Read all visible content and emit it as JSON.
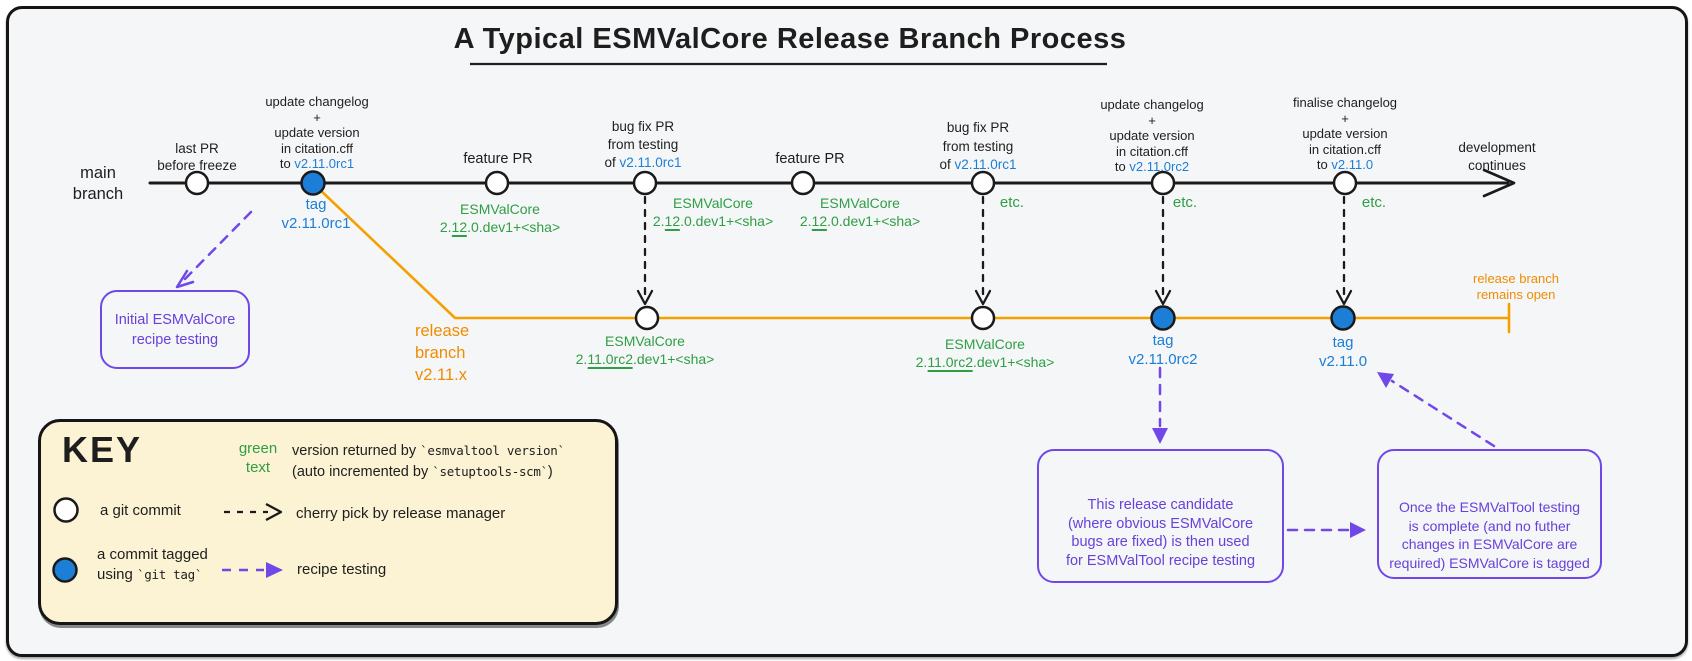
{
  "title": "A Typical ESMValCore Release Branch Process",
  "colors": {
    "ink": "#1e1e1e",
    "blue": "#1c7ed6",
    "green": "#2f9e44",
    "orange_line": "#f59f00",
    "orange_text": "#f08c00",
    "purple": "#7048e8",
    "key_background": "#fbf3d3",
    "canvas_background": "#f5f6f8"
  },
  "branches": {
    "main_label": "main\nbranch",
    "release_label": "release\nbranch\nv2.11.x",
    "release_open": "release branch\nremains open",
    "development_continues": "development\ncontinues"
  },
  "annotations": {
    "last_pr": "last PR\nbefore freeze",
    "update_rc1_text": "update changelog\n+\nupdate version\nin citation.cff\nto ",
    "update_rc1_version": "v2.11.0rc1",
    "feature_pr_1": "feature PR",
    "bugfix_1_text": "bug fix PR\nfrom testing\nof ",
    "bugfix_1_version": "v2.11.0rc1",
    "feature_pr_2": "feature PR",
    "bugfix_2_text": "bug fix PR\nfrom testing\nof ",
    "bugfix_2_version": "v2.11.0rc1",
    "update_rc2_text": "update changelog\n+\nupdate version\nin citation.cff\nto ",
    "update_rc2_version": "v2.11.0rc2",
    "finalise_text": "finalise changelog\n+\nupdate version\nin citation.cff\nto ",
    "finalise_version": "v2.11.0"
  },
  "tags": {
    "rc1": "tag\nv2.11.0rc1",
    "rc2": "tag\nv2.11.0rc2",
    "final": "tag\nv2.11.0"
  },
  "versions": {
    "dev_pre": "ESMValCore\n2.",
    "dev_underlined": "12",
    "dev_post": ".0.dev1+<sha>",
    "rc_pre": "ESMValCore\n2.",
    "rc_underlined": "11.0rc2",
    "rc_post": ".dev1+<sha>",
    "etc": "etc."
  },
  "boxes": {
    "initial_testing": "Initial ESMValCore\nrecipe testing",
    "release_candidate": "This release candidate\n(where obvious ESMValCore\nbugs are fixed) is then used\nfor ESMValTool recipe testing",
    "once_complete": "Once the ESMValTool testing\nis complete (and no futher\nchanges in ESMValCore are\nrequired) ESMValCore is tagged"
  },
  "key": {
    "heading": "KEY",
    "green_text_label": "green\ntext",
    "green_line1_pre": "version returned by ",
    "green_line1_code": "`esmvaltool version`",
    "green_line2_pre": "(auto incremented by ",
    "green_line2_code": "`setuptools-scm`",
    "green_line2_post": ")",
    "commit_label": "a git commit",
    "cherry_pick_label": "cherry pick by release manager",
    "tagged_commit_pre": "a commit tagged\nusing ",
    "tagged_commit_code": "`git tag`",
    "recipe_testing_label": "recipe testing"
  }
}
